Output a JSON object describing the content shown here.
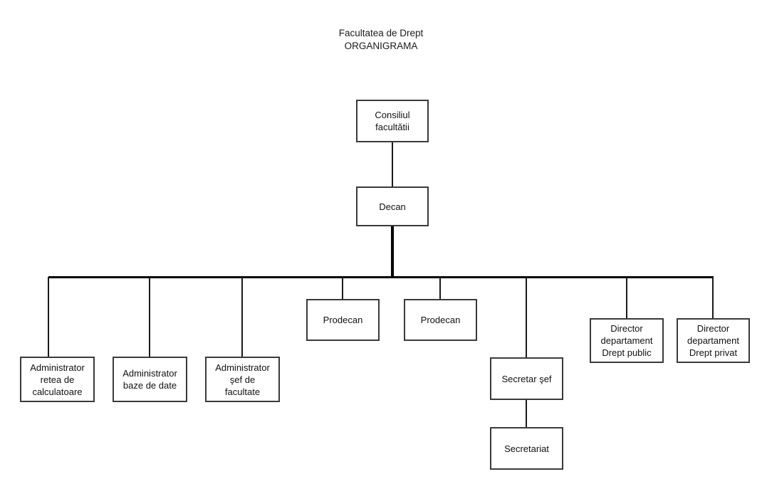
{
  "diagram": {
    "title": "Facultatea de Drept\nORGANIGRAMA",
    "title_line1": "Facultatea de Drept",
    "title_line2": "ORGANIGRAMA",
    "type": "org-chart",
    "nodes": {
      "consiliu": "Consiliul\nfacultătii",
      "decan": "Decan",
      "admin_retea": "Administrator\nretea de\ncalculatoare",
      "admin_baze": "Administrator\nbaze de date",
      "admin_sef": "Administrator\nşef de\nfacultate",
      "prodecan_1": "Prodecan",
      "prodecan_2": "Prodecan",
      "secretar_sef": "Secretar şef",
      "secretariat": "Secretariat",
      "director_public": "Director\ndepartament\nDrept public",
      "director_privat": "Director\ndepartament\nDrept privat"
    },
    "colors": {
      "box_border": "#3a3a3a",
      "line": "#1a1a1a",
      "background": "#ffffff",
      "text": "#111111"
    }
  }
}
